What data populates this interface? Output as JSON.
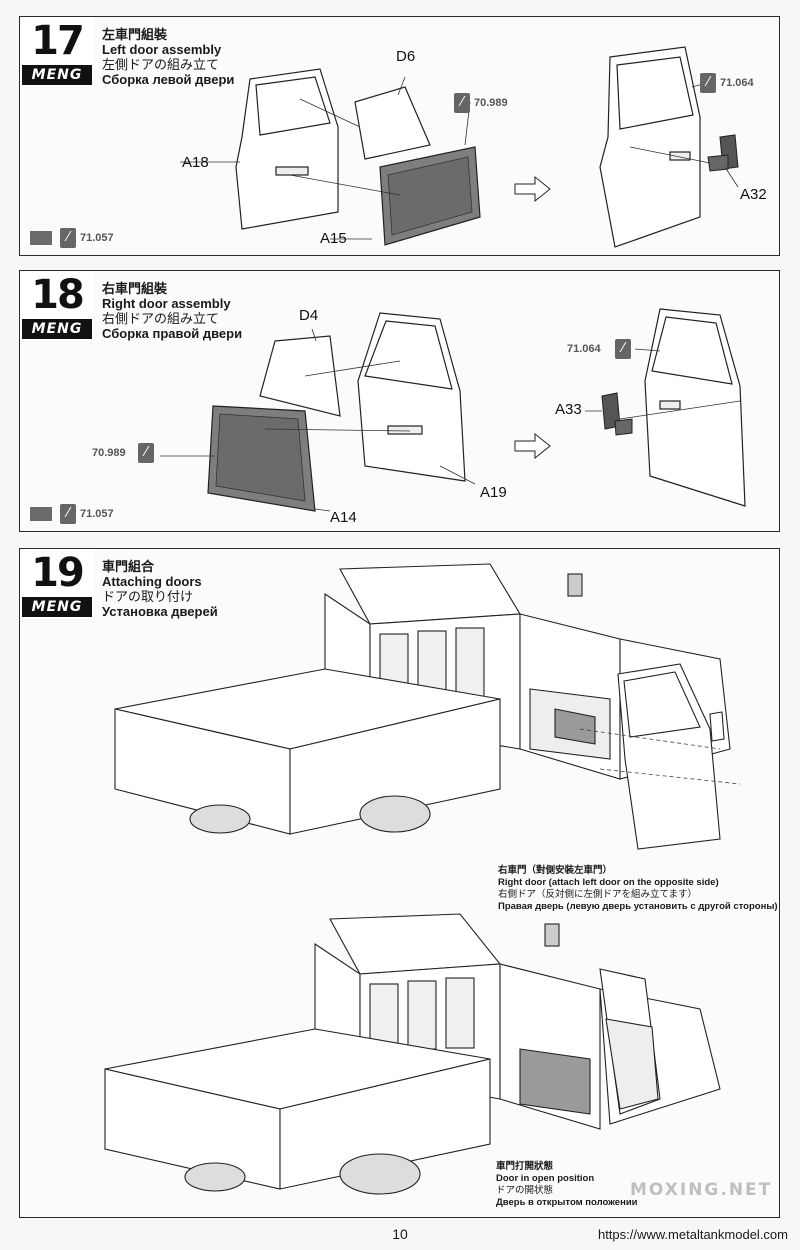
{
  "steps": [
    {
      "number": "17",
      "logo": "MENG",
      "title_zh": "左車門組裝",
      "title_en": "Left door assembly",
      "title_ja": "左側ドアの組み立て",
      "title_ru": "Сборка левой двери",
      "parts": {
        "a18": "A18",
        "a15": "A15",
        "a32": "A32",
        "d6": "D6"
      },
      "paints": {
        "main": "70.989",
        "mirror": "71.064",
        "swatch": "71.057"
      }
    },
    {
      "number": "18",
      "logo": "MENG",
      "title_zh": "右車門組裝",
      "title_en": "Right door assembly",
      "title_ja": "右側ドアの組み立て",
      "title_ru": "Сборка правой двери",
      "parts": {
        "d4": "D4",
        "a19": "A19",
        "a14": "A14",
        "a33": "A33"
      },
      "paints": {
        "main": "70.989",
        "mirror": "71.064",
        "swatch": "71.057"
      }
    },
    {
      "number": "19",
      "logo": "MENG",
      "title_zh": "車門組合",
      "title_en": "Attaching doors",
      "title_ja": "ドアの取り付け",
      "title_ru": "Установка дверей",
      "note1": {
        "zh": "右車門（對側安裝左車門）",
        "en": "Right door (attach left door on the opposite side)",
        "ja": "右側ドア（反対側に左側ドアを組み立てます）",
        "ru": "Правая дверь (левую дверь установить с другой стороны)"
      },
      "note2": {
        "zh": "車門打開狀態",
        "en": "Door in open position",
        "ja": "ドアの開状態",
        "ru": "Дверь в открытом положении"
      }
    }
  ],
  "footer": {
    "page_number": "10",
    "url": "https://www.metaltankmodel.com",
    "watermark": "MOXING.NET"
  },
  "icons": {
    "brush": "brush-icon",
    "arrow": "arrow-right-icon"
  }
}
